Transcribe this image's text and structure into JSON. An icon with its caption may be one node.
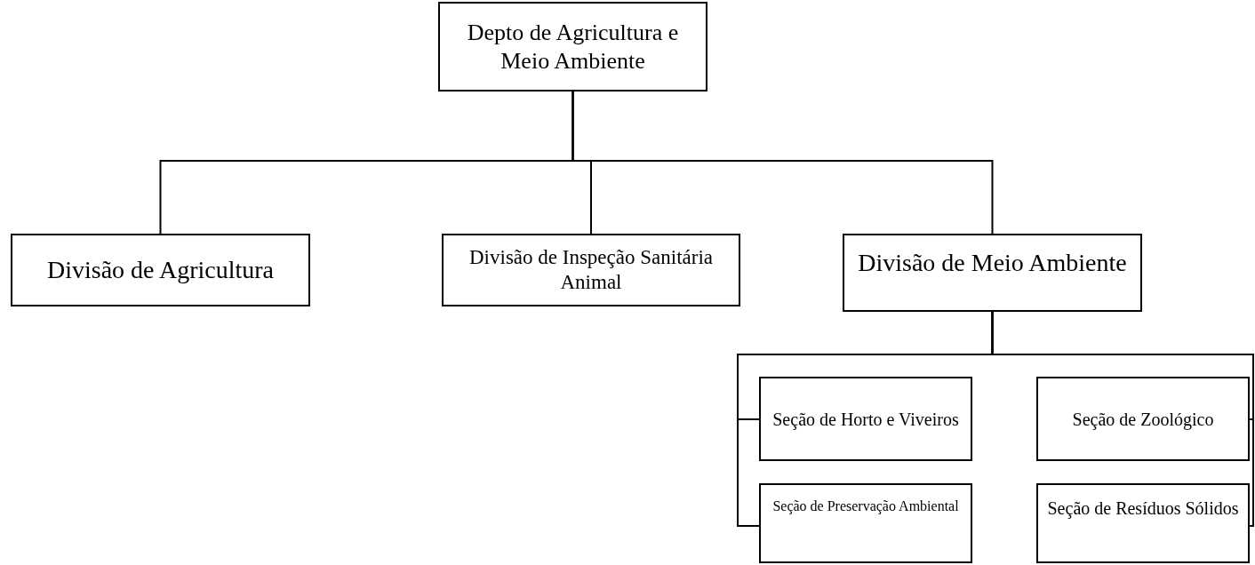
{
  "diagram": {
    "nodes": [
      {
        "text": [
          "Depto de Agricultura e Meio Ambiente"
        ]
      },
      {
        "text": [
          "Divisão de Agricultura"
        ]
      },
      {
        "text": [
          "Divisão de Inspeção Sanitária  Animal"
        ]
      },
      {
        "text": [
          "Divisão de Meio Ambiente"
        ]
      },
      {
        "text": [
          "Seção de Horto e Viveiros"
        ]
      },
      {
        "text": [
          "Seção de Zoológico"
        ]
      },
      {
        "text": [
          "Seção de Preservação Ambiental"
        ]
      },
      {
        "text": [
          "Seção de Resíduos Sólidos"
        ]
      }
    ],
    "edges": [
      {
        "from": 0,
        "to": 1,
        "arrow": "none"
      },
      {
        "from": 0,
        "to": 2,
        "arrow": "none"
      },
      {
        "from": 0,
        "to": 3,
        "arrow": "none"
      },
      {
        "from": 3,
        "to": 4,
        "arrow": "none"
      },
      {
        "from": 3,
        "to": 5,
        "arrow": "none"
      },
      {
        "from": 3,
        "to": 6,
        "arrow": "none"
      },
      {
        "from": 3,
        "to": 7,
        "arrow": "none"
      }
    ]
  }
}
